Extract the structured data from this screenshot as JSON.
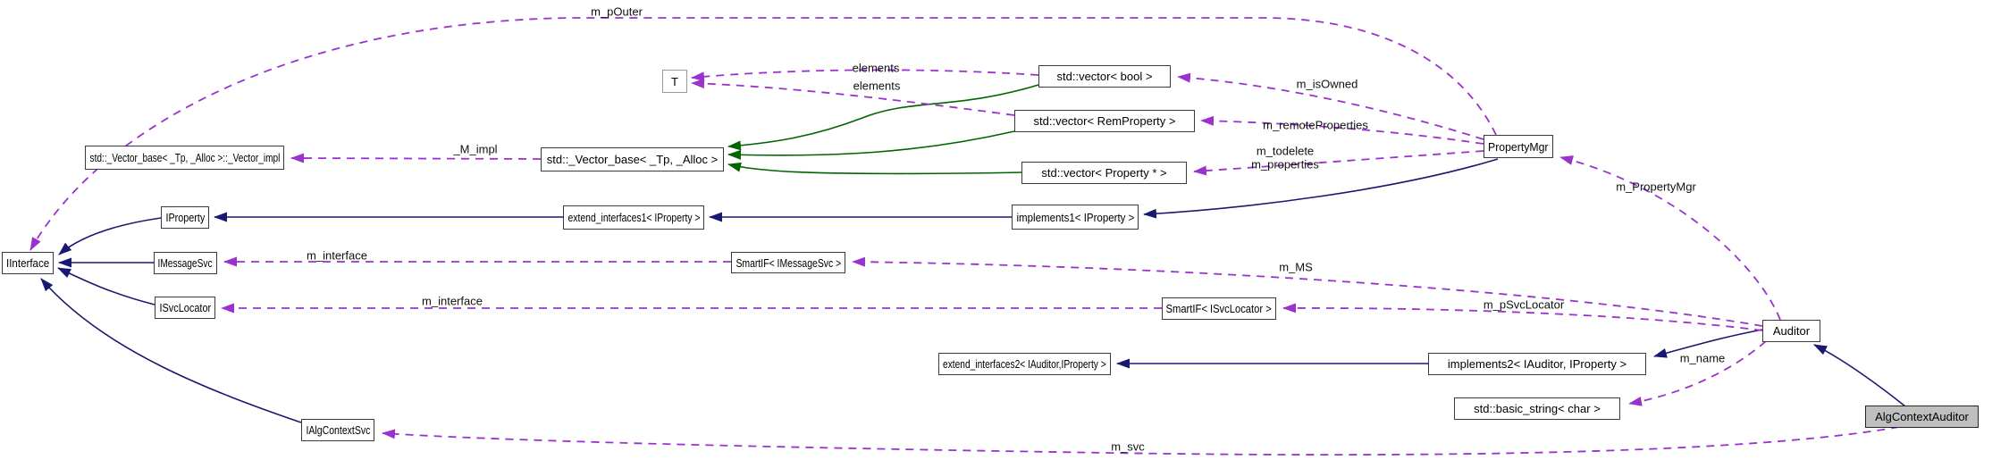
{
  "diagram": {
    "focus_node": "AlgContextAuditor",
    "nodes": [
      {
        "label": "T"
      },
      {
        "label": "std::vector< bool >"
      },
      {
        "label": "std::vector< RemProperty >"
      },
      {
        "label": "std::_Vector_base< _Tp, _Alloc >::_Vector_impl"
      },
      {
        "label": "std::_Vector_base< _Tp, _Alloc >"
      },
      {
        "label": "std::vector< Property * >"
      },
      {
        "label": "PropertyMgr"
      },
      {
        "label": "IProperty"
      },
      {
        "label": "extend_interfaces1< IProperty >"
      },
      {
        "label": "implements1< IProperty >"
      },
      {
        "label": "IInterface"
      },
      {
        "label": "IMessageSvc"
      },
      {
        "label": "SmartIF< IMessageSvc >"
      },
      {
        "label": "ISvcLocator"
      },
      {
        "label": "SmartIF< ISvcLocator >"
      },
      {
        "label": "Auditor"
      },
      {
        "label": "extend_interfaces2< IAuditor,IProperty >"
      },
      {
        "label": "implements2< IAuditor, IProperty >"
      },
      {
        "label": "std::basic_string< char >"
      },
      {
        "label": "IAlgContextSvc"
      },
      {
        "label": "AlgContextAuditor"
      }
    ],
    "edge_labels": [
      {
        "text": "m_pOuter"
      },
      {
        "text": "elements"
      },
      {
        "text": "elements"
      },
      {
        "text": "m_isOwned"
      },
      {
        "text": "m_remoteProperties"
      },
      {
        "text": "m_todelete"
      },
      {
        "text": "m_properties"
      },
      {
        "text": "_M_impl"
      },
      {
        "text": "m_interface"
      },
      {
        "text": "m_interface"
      },
      {
        "text": "m_MS"
      },
      {
        "text": "m_pSvcLocator"
      },
      {
        "text": "m_PropertyMgr"
      },
      {
        "text": "m_name"
      },
      {
        "text": "m_svc"
      }
    ],
    "colors": {
      "inheritance_public": "#191970",
      "inheritance_protected": "#006400",
      "usage_edge": "#9A32CD",
      "node_border": "#3A3A3A",
      "template_node_border": "#9A9A9A",
      "focus_node_fill": "#BFBFBF",
      "background": "#FFFFFF"
    }
  }
}
